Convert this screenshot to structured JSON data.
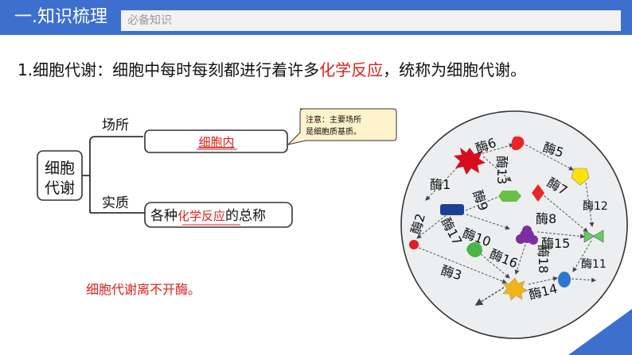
{
  "header": {
    "title": "一.知识梳理",
    "tag": "必备知识"
  },
  "intro": {
    "prefix": "1.细胞代谢：细胞中每时每刻都进行着许多",
    "highlight": "化学反应",
    "suffix": "，统称为细胞代谢。"
  },
  "concept_map": {
    "root_label_line1": "细胞",
    "root_label_line2": "代谢",
    "branch1_label": "场所",
    "branch1_value": "细胞内",
    "branch2_label": "实质",
    "branch2_prefix": "各种",
    "branch2_highlight": "化学反应",
    "branch2_suffix": "的总称",
    "callout_line1": "注意：主要场所",
    "callout_line2": "是细胞质基质。"
  },
  "footer_note": "细胞代谢离不开酶。",
  "enzyme_diagram": {
    "labels": [
      "酶1",
      "酶2",
      "酶3",
      "酶5",
      "酶6",
      "酶7",
      "酶8",
      "酶9",
      "酶10",
      "酶11",
      "酶12",
      "酶13",
      "酶14",
      "酶15",
      "酶16",
      "酶17",
      "酶18"
    ]
  },
  "colors": {
    "header_blue": "#3d6fce",
    "highlight_red": "#d6231c",
    "callout_fill": "#fff2cc"
  }
}
